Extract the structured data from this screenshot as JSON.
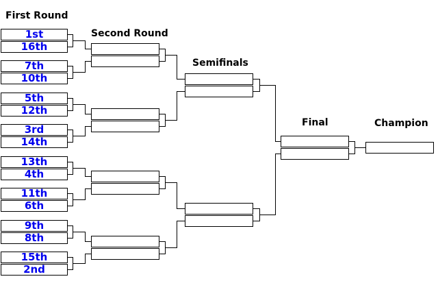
{
  "bracket": {
    "round_labels": {
      "first_round": "First Round",
      "second_round": "Second Round",
      "semifinals": "Semifinals",
      "final": "Final",
      "champion": "Champion"
    },
    "first_round_seeds": [
      "1st",
      "16th",
      "7th",
      "10th",
      "5th",
      "12th",
      "3rd",
      "14th",
      "13th",
      "4th",
      "11th",
      "6th",
      "9th",
      "8th",
      "15th",
      "2nd"
    ],
    "colors": {
      "seed_text": "#0000EE",
      "label_text": "#000000",
      "line": "#000000",
      "background": "#FFFFFF"
    }
  }
}
